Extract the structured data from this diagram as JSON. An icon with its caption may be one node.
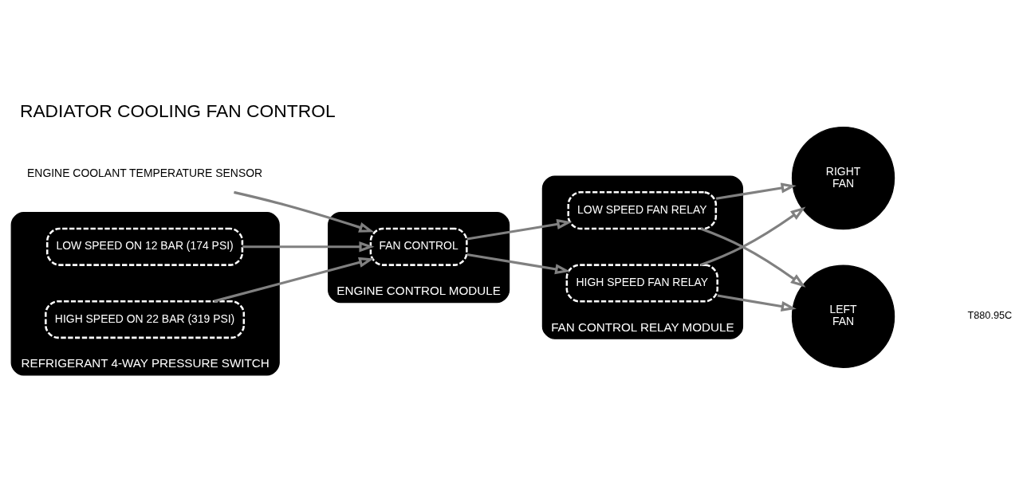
{
  "diagram": {
    "title": "RADIATOR COOLING FAN CONTROL",
    "nodes": [
      {
        "text": [
          "ENGINE COOLANT TEMPERATURE SENSOR"
        ]
      },
      {
        "text": [
          "REFRIGERANT 4-WAY PRESSURE SWITCH"
        ]
      },
      {
        "text": [
          "LOW SPEED ON 12 BAR (174 PSI)"
        ],
        "in": 1
      },
      {
        "text": [
          "HIGH SPEED ON 22 BAR (319 PSI)"
        ],
        "in": 1
      },
      {
        "text": [
          "ENGINE CONTROL MODULE"
        ]
      },
      {
        "text": [
          "FAN CONTROL"
        ],
        "in": 4
      },
      {
        "text": [
          "FAN CONTROL RELAY MODULE"
        ]
      },
      {
        "text": [
          "LOW SPEED FAN RELAY"
        ],
        "in": 6
      },
      {
        "text": [
          "HIGH SPEED FAN RELAY"
        ],
        "in": 6
      },
      {
        "text": [
          "RIGHT FAN"
        ]
      },
      {
        "text": [
          "LEFT FAN"
        ]
      }
    ],
    "edges": [
      {
        "from": 0,
        "to": 5,
        "arrow": "to"
      },
      {
        "from": 2,
        "to": 5,
        "arrow": "to"
      },
      {
        "from": 3,
        "to": 5,
        "arrow": "to"
      },
      {
        "from": 5,
        "to": 7,
        "arrow": "to"
      },
      {
        "from": 5,
        "to": 8,
        "arrow": "to"
      },
      {
        "from": 7,
        "to": 9,
        "arrow": "to"
      },
      {
        "from": 8,
        "to": 9,
        "arrow": "to"
      },
      {
        "from": 7,
        "to": 10,
        "arrow": "to"
      },
      {
        "from": 8,
        "to": 10,
        "arrow": "to"
      }
    ],
    "labels": [
      "T880.95C"
    ]
  }
}
